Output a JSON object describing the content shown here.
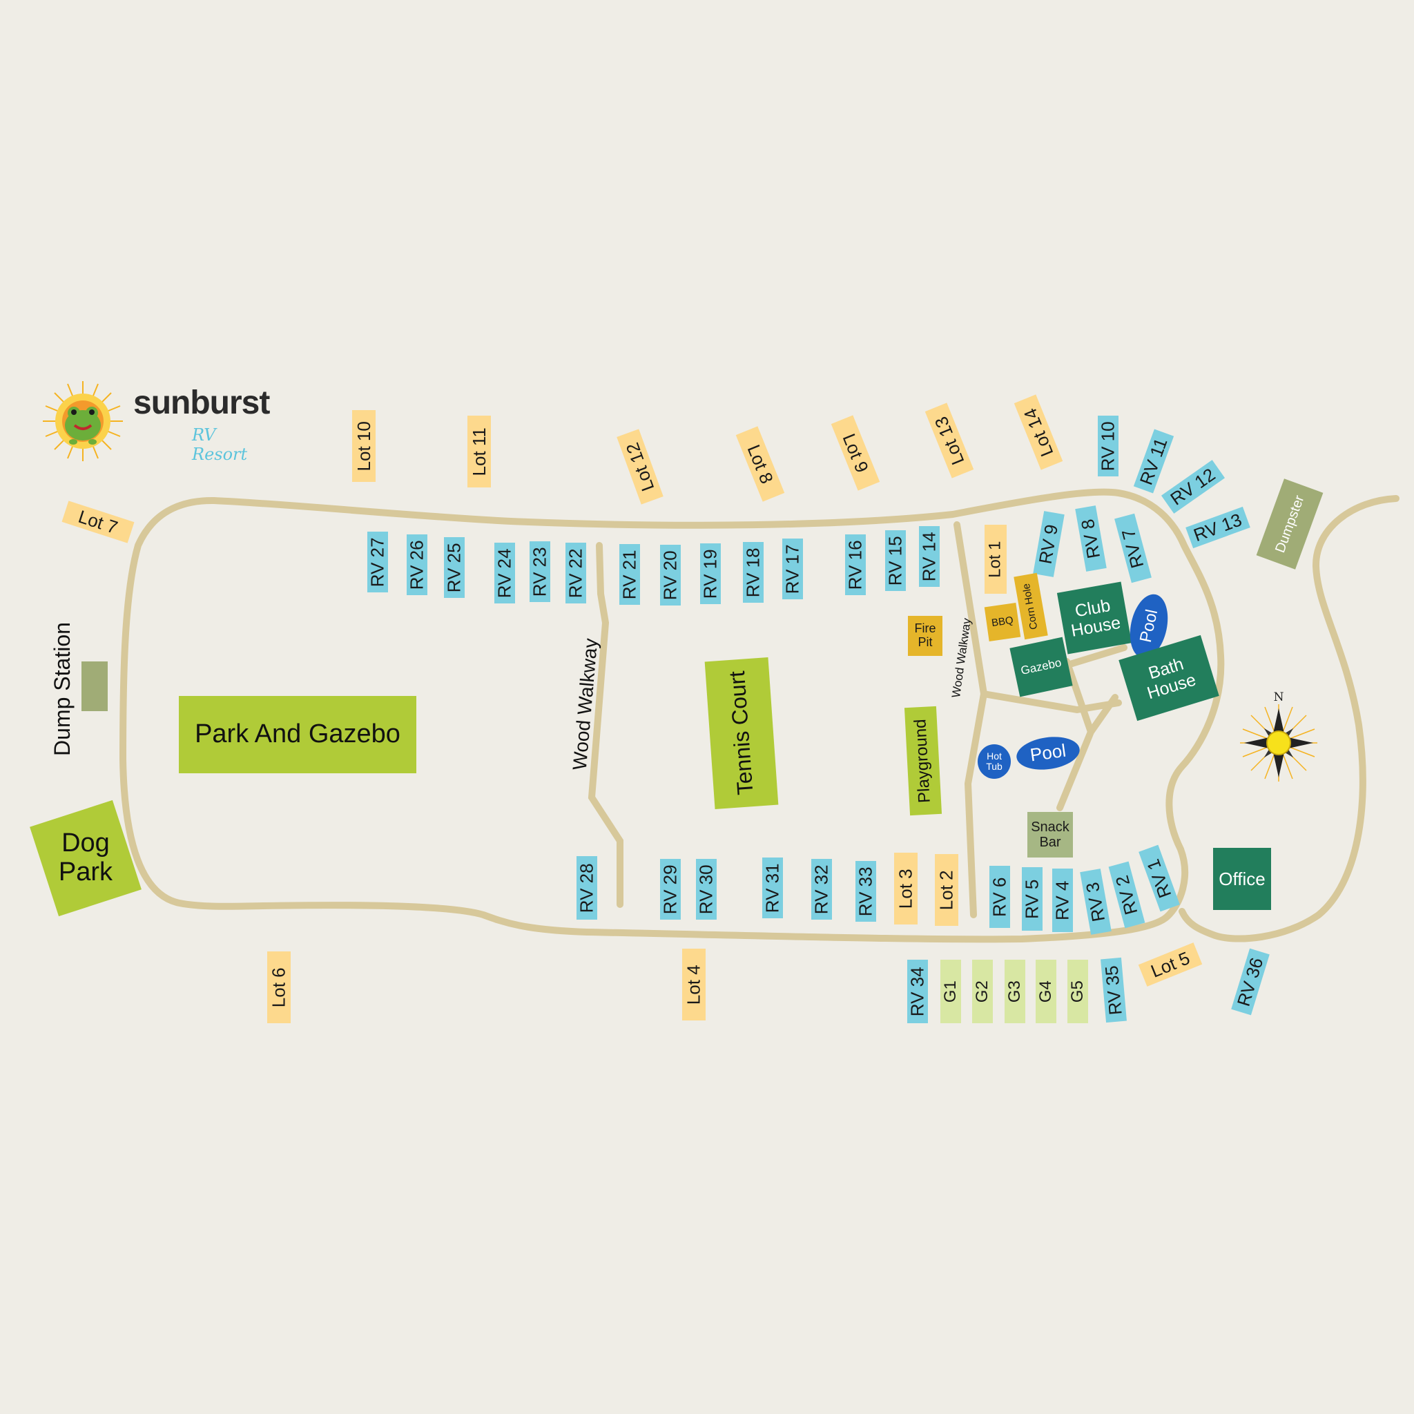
{
  "brand": {
    "name": "sunburst",
    "tagline": "RV Resort",
    "icon": "frog-sunburst-icon"
  },
  "compass": {
    "label": "N",
    "icon": "compass-rose-icon"
  },
  "colors": {
    "background": "#efede6",
    "road": "#d7c89a",
    "rv_site": "#7ccfe0",
    "lot": "#fdd98d",
    "group_site": "#d8e7a3",
    "park_area": "#b0cb38",
    "building": "#227e5c",
    "amenity": "#e5b52a",
    "pool": "#1f62c3",
    "utility": "#a0ac76"
  },
  "rv_sites": {
    "rv1": "RV 1",
    "rv2": "RV 2",
    "rv3": "RV 3",
    "rv4": "RV 4",
    "rv5": "RV 5",
    "rv6": "RV 6",
    "rv7": "RV 7",
    "rv8": "RV 8",
    "rv9": "RV 9",
    "rv10": "RV 10",
    "rv11": "RV 11",
    "rv12": "RV 12",
    "rv13": "RV 13",
    "rv14": "RV 14",
    "rv15": "RV 15",
    "rv16": "RV 16",
    "rv17": "RV 17",
    "rv18": "RV 18",
    "rv19": "RV 19",
    "rv20": "RV 20",
    "rv21": "RV 21",
    "rv22": "RV 22",
    "rv23": "RV 23",
    "rv24": "RV 24",
    "rv25": "RV 25",
    "rv26": "RV 26",
    "rv27": "RV 27",
    "rv28": "RV 28",
    "rv29": "RV 29",
    "rv30": "RV 30",
    "rv31": "RV 31",
    "rv32": "RV 32",
    "rv33": "RV 33",
    "rv34": "RV 34",
    "rv35": "RV 35",
    "rv36": "RV 36"
  },
  "lots": {
    "lot1": "Lot 1",
    "lot2": "Lot 2",
    "lot3": "Lot 3",
    "lot4": "Lot 4",
    "lot5": "Lot 5",
    "lot6": "Lot 6",
    "lot7": "Lot 7",
    "lot8": "Lot 8",
    "lot9": "Lot 9",
    "lot10": "Lot 10",
    "lot11": "Lot 11",
    "lot12": "Lot 12",
    "lot13": "Lot 13",
    "lot14": "Lot 14"
  },
  "group_sites": {
    "g1": "G1",
    "g2": "G2",
    "g3": "G3",
    "g4": "G4",
    "g5": "G5"
  },
  "facilities": {
    "park_gazebo": "Park And Gazebo",
    "tennis": "Tennis Court",
    "dog_park": "Dog Park",
    "playground": "Playground",
    "club_house": "Club House",
    "bath_house": "Bath House",
    "gazebo": "Gazebo",
    "office": "Office",
    "dumpster": "Dumpster",
    "snack_bar": "Snack Bar",
    "pool": "Pool",
    "hot_tub": "Hot Tub",
    "fire_pit": "Fire Pit",
    "bbq": "BBQ",
    "corn_hole": "Corn Hole",
    "dump_station": "Dump Station",
    "wood_walkway": "Wood Walkway"
  }
}
